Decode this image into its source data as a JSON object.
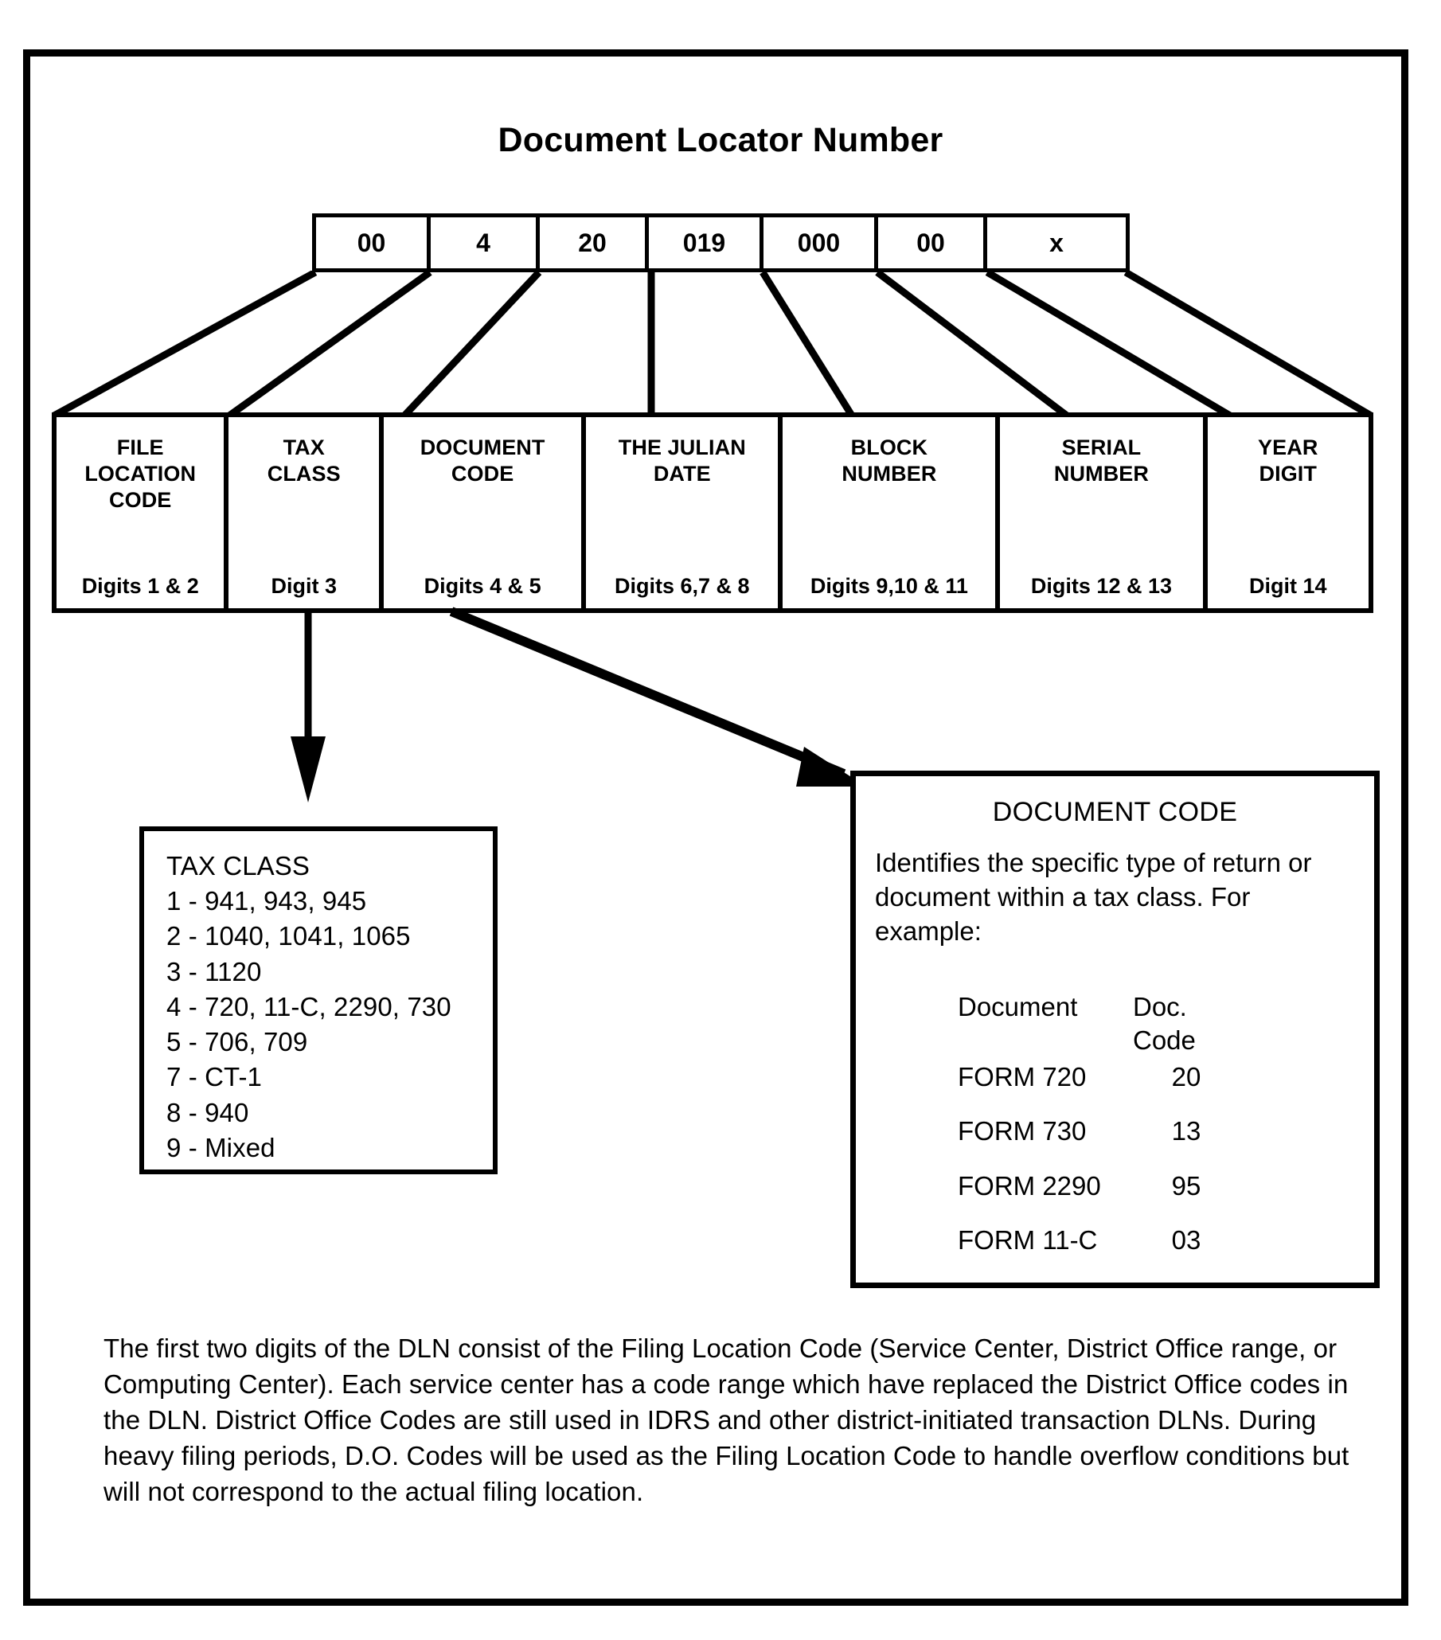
{
  "title": "Document Locator Number",
  "dln": {
    "segments": [
      {
        "value": "00",
        "width_class": "w-00"
      },
      {
        "value": "4",
        "width_class": "w-4"
      },
      {
        "value": "20",
        "width_class": "w-20"
      },
      {
        "value": "019",
        "width_class": "w-019"
      },
      {
        "value": "000",
        "width_class": "w-000"
      },
      {
        "value": "00",
        "width_class": "w-002"
      },
      {
        "value": "x",
        "width_class": "w-x"
      }
    ]
  },
  "labels": [
    {
      "title": "FILE\nLOCATION\nCODE",
      "digits": "Digits 1 & 2"
    },
    {
      "title": "TAX\nCLASS",
      "digits": "Digit 3"
    },
    {
      "title": "DOCUMENT\nCODE",
      "digits": "Digits 4 & 5"
    },
    {
      "title": "THE JULIAN\nDATE",
      "digits": "Digits 6,7 & 8"
    },
    {
      "title": "BLOCK\nNUMBER",
      "digits": "Digits 9,10 & 11"
    },
    {
      "title": "SERIAL\nNUMBER",
      "digits": "Digits 12 & 13"
    },
    {
      "title": "YEAR\nDIGIT",
      "digits": "Digit 14"
    }
  ],
  "tax_class_box": {
    "heading": "TAX CLASS",
    "items": [
      "1 - 941, 943, 945",
      "2 - 1040, 1041, 1065",
      "3 - 1120",
      "4 - 720, 11-C, 2290, 730",
      "5 - 706, 709",
      "7 - CT-1",
      "8 - 940",
      "9 - Mixed"
    ]
  },
  "doc_code_box": {
    "heading": "DOCUMENT CODE",
    "description": "Identifies the specific type of return or document within a tax class.  For example:",
    "table": {
      "headers": [
        "Document",
        "Doc. Code"
      ],
      "rows": [
        [
          "FORM 720",
          "20"
        ],
        [
          "FORM 730",
          "13"
        ],
        [
          "FORM 2290",
          "95"
        ],
        [
          "FORM 11-C",
          "03"
        ]
      ]
    }
  },
  "footnote": "The first two digits of the DLN consist of the Filing Location Code (Service Center, District Office range, or Computing Center).  Each service center has a code range which have replaced the District Office codes in the DLN.  District Office Codes are still used in IDRS and other district-initiated transaction DLNs.  During heavy filing periods, D.O. Codes will be used as the Filing Location Code to handle overflow conditions but will not correspond to the actual filing location.",
  "colors": {
    "ink": "#000000",
    "paper": "#ffffff"
  }
}
